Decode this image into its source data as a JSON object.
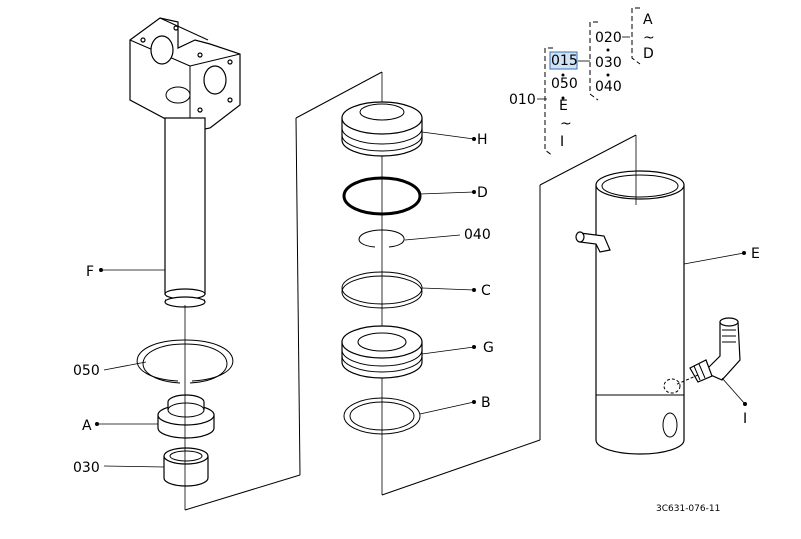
{
  "diagram": {
    "drawing_number": "3C631-076-11",
    "part_labels": {
      "F": "F",
      "050": "050",
      "A": "A",
      "030": "030",
      "H": "H",
      "D": "D",
      "040": "040",
      "C": "C",
      "G": "G",
      "B": "B",
      "E": "E",
      "I": "I"
    },
    "assembly_tree": {
      "root": "010",
      "level1": [
        "015",
        "050",
        "E",
        "~",
        "I"
      ],
      "level2": [
        "020",
        "030",
        "040"
      ],
      "level3": [
        "A",
        "~",
        "D"
      ],
      "selected": "015"
    }
  }
}
